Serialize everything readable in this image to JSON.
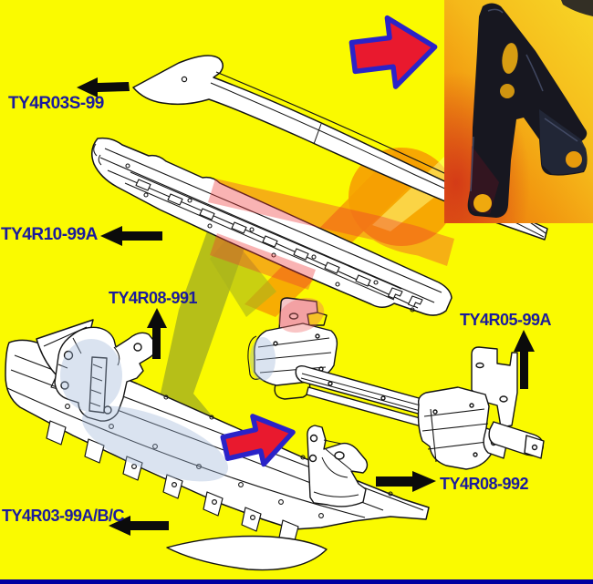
{
  "colors": {
    "background": "#fafa00",
    "label_text": "#1b1b9c",
    "arrow_black": "#0b0b0b",
    "red_arrow_fill": "#e9192e",
    "red_arrow_outline": "#2a23c8",
    "bottom_bar": "#0000a0",
    "watermark_olive": "#a9b41c",
    "watermark_orange": "#f69f02",
    "watermark_red": "#ee3636",
    "photo_background_top": "#f7d325",
    "photo_background_bottom": "#e86a10",
    "photo_bracket": "#171720",
    "drawing_line": "#141414",
    "drawing_fill": "#ffffff"
  },
  "annotations": [
    {
      "label": "TY4R03S-99",
      "arrow": "left"
    },
    {
      "label": "TY4R10-99A",
      "arrow": "left"
    },
    {
      "label": "TY4R08-991",
      "arrow": "up"
    },
    {
      "label": "TY4R05-99A",
      "arrow": "up"
    },
    {
      "label": "TY4R08-992",
      "arrow": "right"
    },
    {
      "label": "TY4R03-99A/B/C",
      "arrow": "left"
    }
  ],
  "red_arrows": [
    {
      "direction": "right"
    },
    {
      "direction": "right"
    }
  ],
  "photo": {
    "subject": "black steel stay bracket photographed on a yellow-orange background"
  }
}
